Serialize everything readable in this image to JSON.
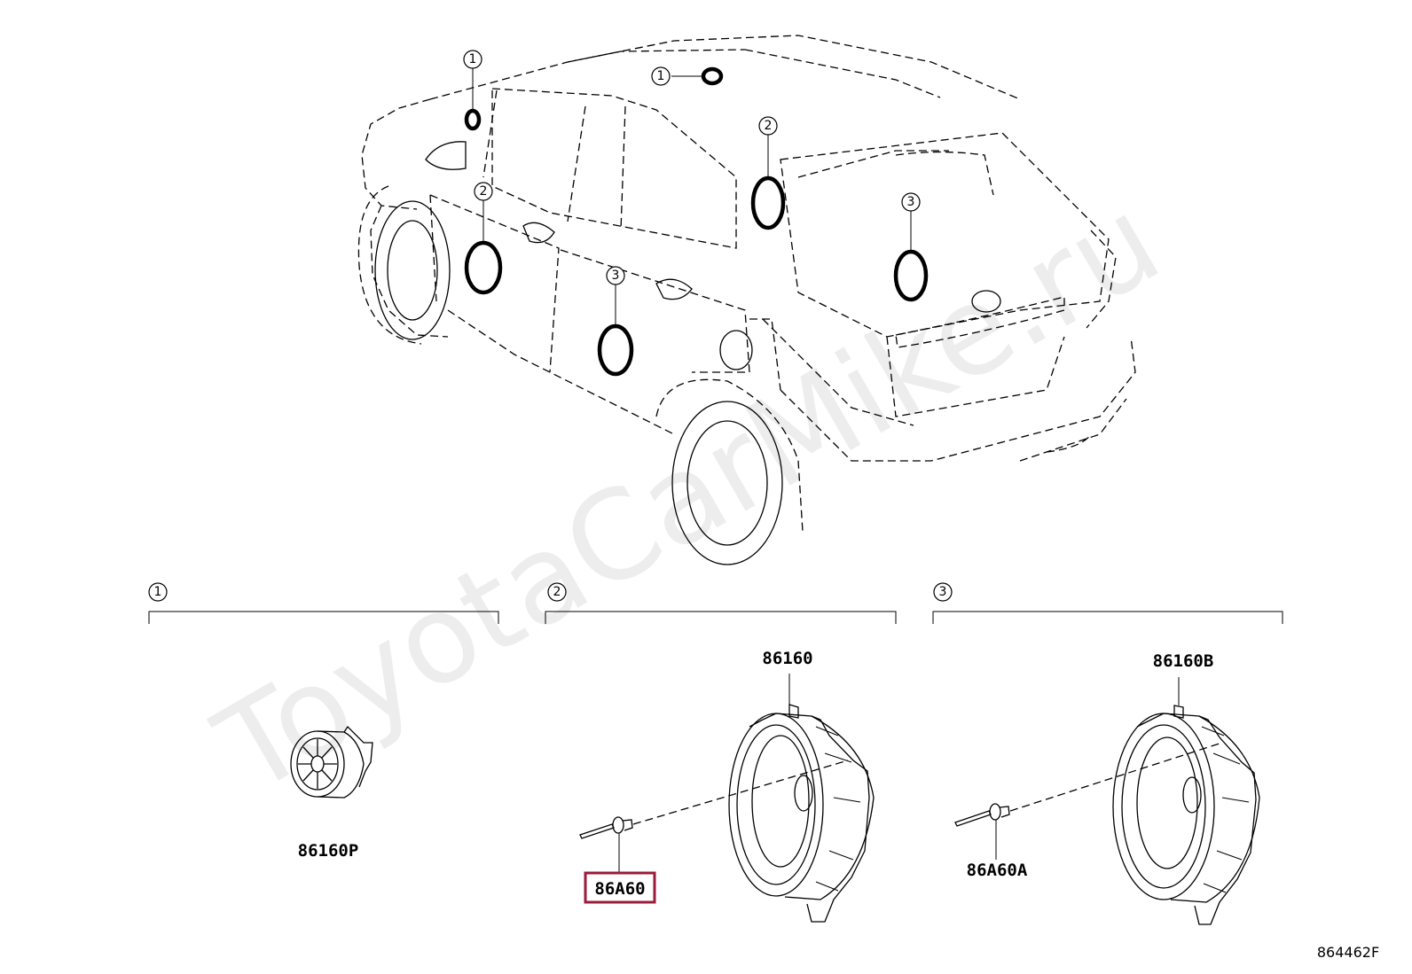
{
  "watermark": "ToyotaCarMike.ru",
  "callouts": {
    "c1": "1",
    "c2": "2",
    "c3": "3"
  },
  "parts": {
    "p86160P": "86160P",
    "p86A60": "86A60",
    "p86160": "86160",
    "p86A60A": "86A60A",
    "p86160B": "86160B"
  },
  "highlighted_part": "86A60",
  "highlight_color": "#9b1b3a",
  "diagram_id": "864462F"
}
